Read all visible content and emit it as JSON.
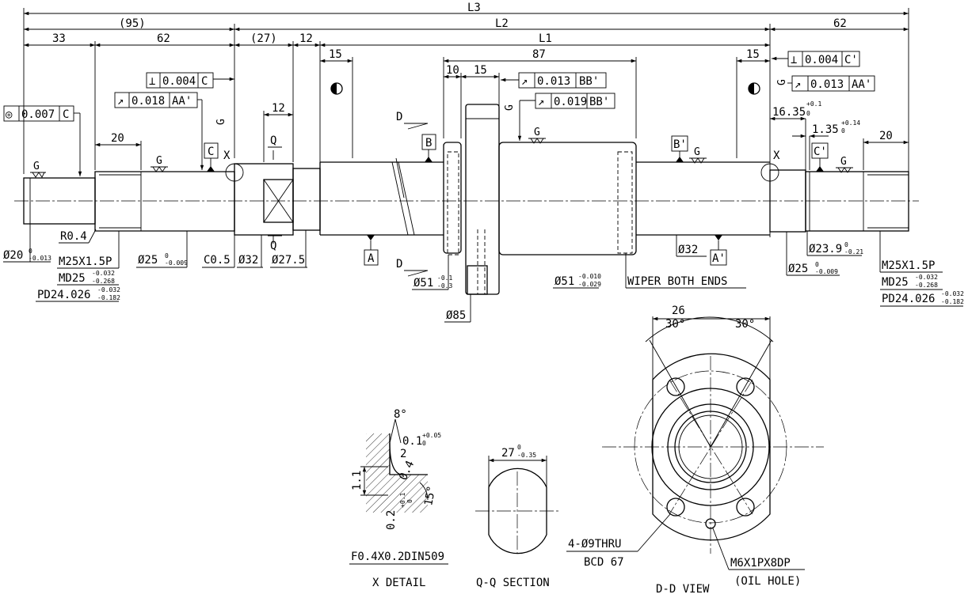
{
  "dimensions": {
    "overall": "L3",
    "thread_section": "(95)",
    "screw_section": "L2",
    "right_end": "62",
    "left_end": "33",
    "left_shoulder": "62",
    "journal": "(27)",
    "flat_offset": "12",
    "thread_length": "L1",
    "left_margin": "15",
    "nut_length": "87",
    "flange_width": "10",
    "flange_offset": "15",
    "right_margin": "15",
    "flat_width": "12",
    "left_step": "20",
    "right_step": "20",
    "groove_pos": "16.35",
    "groove_pos_tol_upper": "+0.1",
    "groove_pos_tol_lower": "0",
    "groove_width": "1.35",
    "groove_width_tol_upper": "+0.14",
    "groove_width_tol_lower": "0",
    "dia_20": "Ø20",
    "dia_20_tol_upper": "0",
    "dia_20_tol_lower": "-0.013",
    "r04": "R0.4",
    "thread_left": "M25X1.5P",
    "md_left": "MD25",
    "md_left_upper": "-0.032",
    "md_left_lower": "-0.268",
    "pd_left": "PD24.026",
    "pd_left_upper": "-0.032",
    "pd_left_lower": "-0.182",
    "dia_25_left": "Ø25",
    "dia_25_left_upper": "0",
    "dia_25_left_lower": "-0.009",
    "chamfer": "C0.5",
    "dia_32_left": "Ø32",
    "dia_275": "Ø27.5",
    "dia_51_flange": "Ø51",
    "dia_51_flange_upper": "-0.1",
    "dia_51_flange_lower": "-0.3",
    "dia_85": "Ø85",
    "dia_51_body": "Ø51",
    "dia_51_body_upper": "-0.010",
    "dia_51_body_lower": "-0.029",
    "wiper": "WIPER BOTH ENDS",
    "dia_32_right": "Ø32",
    "dia_239": "Ø23.9",
    "dia_239_upper": "0",
    "dia_239_lower": "-0.21",
    "dia_25_right": "Ø25",
    "dia_25_right_upper": "0",
    "dia_25_right_lower": "-0.009",
    "thread_right": "M25X1.5P",
    "md_right": "MD25",
    "md_right_upper": "-0.032",
    "md_right_lower": "-0.268",
    "pd_right": "PD24.026",
    "pd_right_upper": "-0.032",
    "pd_right_lower": "-0.182"
  },
  "tolerances": {
    "perp_c": {
      "symbol": "⊥",
      "value": "0.004",
      "datum": "C"
    },
    "perp_cp": {
      "symbol": "⊥",
      "value": "0.004",
      "datum": "C'"
    },
    "conc": {
      "symbol": "◎",
      "value": "0.007",
      "datum": "C"
    },
    "runout_aa_left": {
      "symbol": "↗",
      "value": "0.018",
      "datum": "AA'"
    },
    "runout_bb_top": {
      "symbol": "↗",
      "value": "0.013",
      "datum": "BB'"
    },
    "runout_bb_flange": {
      "symbol": "↗",
      "value": "0.019",
      "datum": "BB'"
    },
    "runout_aa_right": {
      "symbol": "↗",
      "value": "0.013",
      "datum": "AA'"
    }
  },
  "datums": {
    "a": "A",
    "a_prime": "A'",
    "b": "B",
    "b_prime": "B'",
    "c": "C",
    "c_prime": "C'"
  },
  "marks": {
    "grind": "G",
    "section_d": "D",
    "section_q": "Q",
    "detail_x": "X"
  },
  "x_detail": {
    "angle_top": "8°",
    "depth": "0.1",
    "depth_upper": "+0.05",
    "depth_lower": "0",
    "radius_dim": "0.4",
    "width_dim": "2",
    "height_dim": "1.1",
    "angle_side": "15°",
    "bottom_dim": "0.2",
    "bottom_upper": "+0.1",
    "bottom_lower": "0",
    "spec": "F0.4X0.2DIN509",
    "title": "X DETAIL"
  },
  "qq_section": {
    "width": "27",
    "upper": "0",
    "lower": "-0.35",
    "title": "Q-Q SECTION"
  },
  "dd_view": {
    "width": "26",
    "angle_left": "30°",
    "angle_right": "30°",
    "holes": "4-Ø9THRU",
    "bcd": "BCD 67",
    "oil": "M6X1PX8DP",
    "oil_note": "(OIL HOLE)",
    "title": "D-D VIEW"
  }
}
